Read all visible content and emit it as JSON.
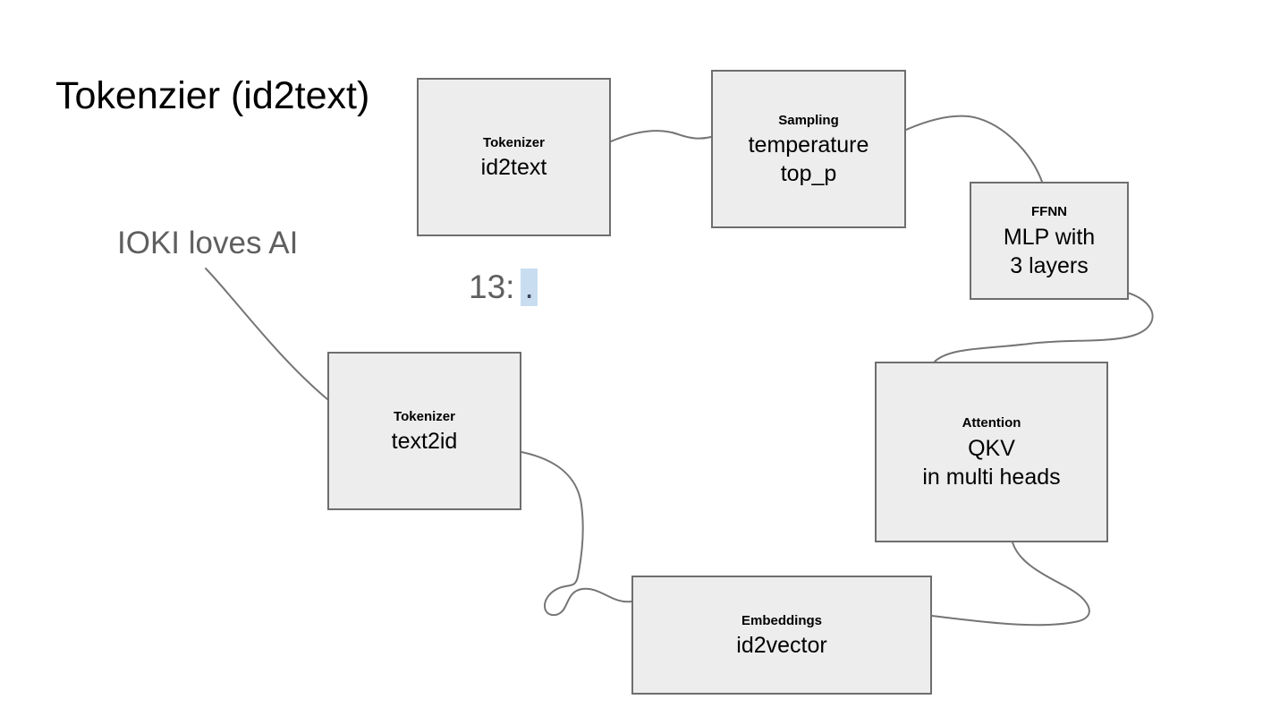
{
  "title": "Tokenzier (id2text)",
  "texts": {
    "ioki_note": "IOKI loves AI",
    "token_counter": "13:",
    "selected_token": "."
  },
  "boxes": {
    "tokenizer_id2text": {
      "label": "Tokenizer",
      "line1": "id2text"
    },
    "sampling": {
      "label": "Sampling",
      "line1": "temperature",
      "line2": "top_p"
    },
    "ffnn": {
      "label": "FFNN",
      "line1": "MLP with",
      "line2": "3 layers"
    },
    "attention": {
      "label": "Attention",
      "line1": "QKV",
      "line2": "in multi heads"
    },
    "embeddings": {
      "label": "Embeddings",
      "line1": "id2vector"
    },
    "tokenizer_text2id": {
      "label": "Tokenizer",
      "line1": "text2id"
    }
  },
  "colors": {
    "background": "#ffffff",
    "box_fill": "#ededed",
    "box_border": "#6e6e6e",
    "connector": "#757575",
    "title_text": "#000000",
    "note_text": "#5f5f5f",
    "selection_highlight": "#c9ddf1",
    "selected_text_color": "#3d4a5c"
  }
}
